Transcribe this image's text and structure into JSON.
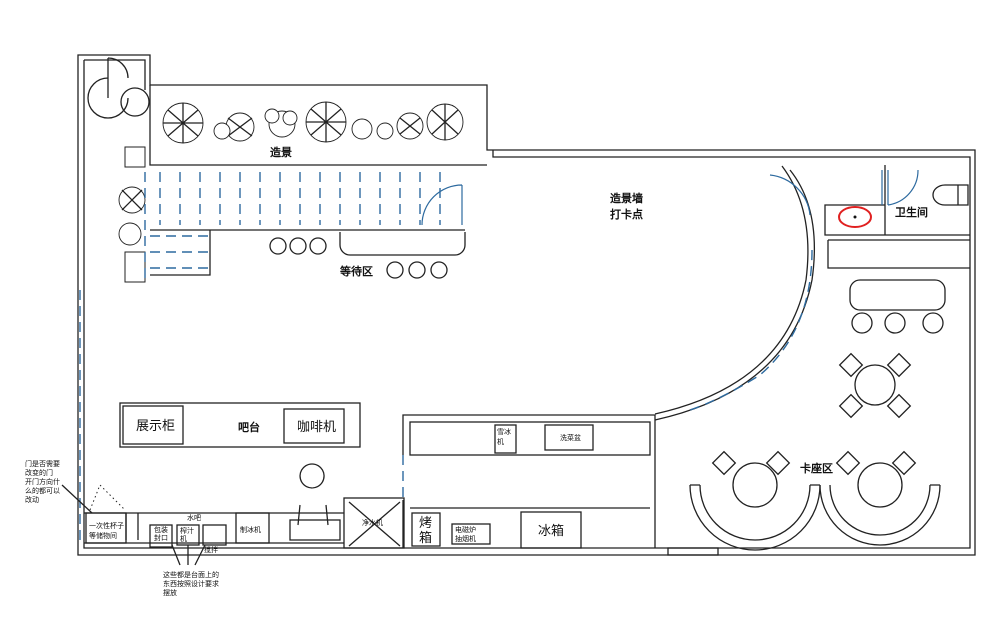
{
  "title": "咖啡店平面布置图",
  "zones": {
    "landscape": "造景",
    "waiting": "等待区",
    "photo_wall_1": "造景墙",
    "photo_wall_2": "打卡点",
    "restroom": "卫生间",
    "booth": "卡座区",
    "bar": "吧台",
    "water_bar": "水吧"
  },
  "equipment": {
    "display_cabinet": "展示柜",
    "coffee_machine": "咖啡机",
    "ice_shaver_1": "雪冰",
    "ice_shaver_2": "机",
    "sink": "洗菜盆",
    "water_purifier": "净水机",
    "oven_1": "烤",
    "oven_2": "箱",
    "hood_1": "电磁炉",
    "hood_2": "抽烟机",
    "fridge": "冰箱",
    "sealer_1": "包装",
    "sealer_2": "封口",
    "sealer_3": "机",
    "juicer_1": "榨汁",
    "juicer_2": "机",
    "blender_1": "搅拌",
    "blender_2": "机",
    "ice_maker": "制冰机",
    "storage_1": "一次性杯子",
    "storage_2": "等储物间"
  },
  "notes": {
    "door_note": [
      "门是否需要",
      "改变的门",
      "开门方向什",
      "么的都可以",
      "改动"
    ],
    "counter_note": [
      "这些都是台面上的",
      "东西按照设计要求",
      "摆放"
    ]
  },
  "colors": {
    "wall": "#222222",
    "door": "#2d6a9f",
    "highlight": "#e02020"
  }
}
